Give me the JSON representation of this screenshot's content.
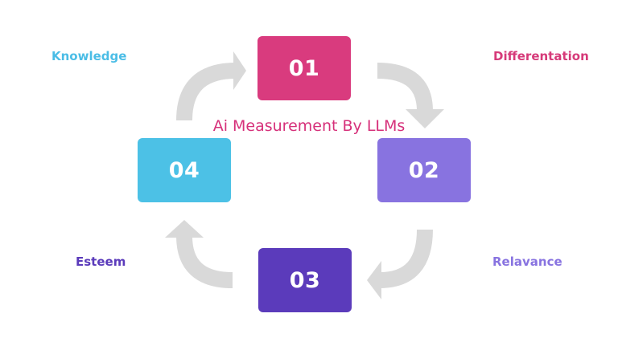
{
  "title": {
    "text": "Ai Measurement By LLMs",
    "color": "#d6307a"
  },
  "steps": [
    {
      "number": "01",
      "color": "#d93b7e"
    },
    {
      "number": "02",
      "color": "#8873e0"
    },
    {
      "number": "03",
      "color": "#5b3bbb"
    },
    {
      "number": "04",
      "color": "#4cc1e6"
    }
  ],
  "labels": {
    "knowledge": {
      "text": "Knowledge",
      "color": "#4bbde6"
    },
    "differentation": {
      "text": "Differentation",
      "color": "#d63a79"
    },
    "esteem": {
      "text": "Esteem",
      "color": "#5b3bbb"
    },
    "relavance": {
      "text": "Relavance",
      "color": "#8873e0"
    }
  },
  "arrow_color": "#d9d9d9"
}
